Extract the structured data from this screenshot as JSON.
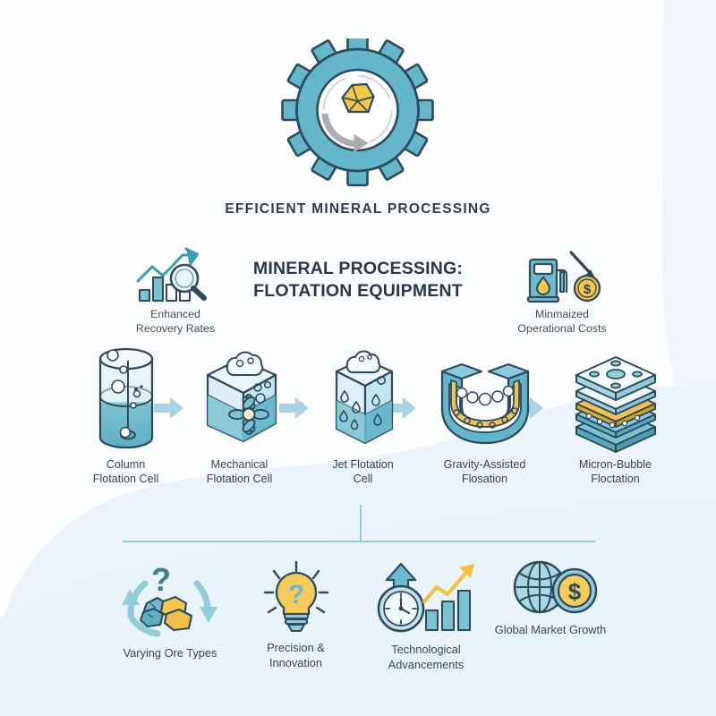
{
  "page": {
    "background_color": "#fdfeff",
    "accent_teal": "#5cb3c6",
    "accent_teal_dark": "#2d4a5e",
    "accent_gold": "#f5c84b",
    "accent_pale_blue": "#eaf4fa",
    "arrow_color": "#a9d3e1",
    "connector_color": "#95ccdc"
  },
  "hero": {
    "icon_name": "gear-with-ore-crystal-and-recycle-arrows-icon",
    "subtitle": "EFFICIENT MINERAL PROCESSING"
  },
  "title": {
    "line1": "MINERAL PROCESSING:",
    "line2": "FLOTATION EQUIPMENT"
  },
  "benefits": [
    {
      "id": "enhanced-recovery-rates",
      "icon_name": "bar-chart-growth-magnifier-icon",
      "label_line1": "Enhanced",
      "label_line2": "Recovery Rates"
    },
    {
      "id": "minimized-operational-costs",
      "icon_name": "fuel-pump-dollar-coin-down-arrow-icon",
      "label_line1": "Minmaized",
      "label_line2": "Operational Costs"
    }
  ],
  "equipment": [
    {
      "id": "column-flotation-cell",
      "icon_name": "cylindrical-column-cell-icon",
      "label_line1": "Column",
      "label_line2": "Flotation Cell"
    },
    {
      "id": "mechanical-flotation-cell",
      "icon_name": "cube-cell-with-impeller-icon",
      "label_line1": "Mechanical",
      "label_line2": "Flotation Cell"
    },
    {
      "id": "jet-flotation-cell",
      "icon_name": "tall-cube-cell-with-droplets-icon",
      "label_line1": "Jet Flotation",
      "label_line2": "Cell"
    },
    {
      "id": "gravity-assisted-flotation",
      "icon_name": "u-shaped-trough-cell-icon",
      "label_line1": "Gravity-Assisted",
      "label_line2": "Flosation"
    },
    {
      "id": "micron-bubble-flotation",
      "icon_name": "stacked-plates-cell-icon",
      "label_line1": "Micron-Bubble",
      "label_line2": "Floctation"
    }
  ],
  "flow_arrows": [
    {
      "id": "arrow-1",
      "icon_name": "right-arrow-icon"
    },
    {
      "id": "arrow-2",
      "icon_name": "right-arrow-icon"
    },
    {
      "id": "arrow-3",
      "icon_name": "right-arrow-icon"
    },
    {
      "id": "arrow-4",
      "icon_name": "right-arrow-icon"
    }
  ],
  "features": [
    {
      "id": "varying-ore-types",
      "icon_name": "ore-rocks-question-mark-cycle-icon",
      "label_line1": "Varying Ore Types",
      "label_line2": ""
    },
    {
      "id": "precision-innovation",
      "icon_name": "lightbulb-question-mark-icon",
      "label_line1": "Precision &",
      "label_line2": "Innovation"
    },
    {
      "id": "technological-advancements",
      "icon_name": "clock-bar-chart-growth-arrow-icon",
      "label_line1": "Technological",
      "label_line2": "Advancements"
    },
    {
      "id": "global-market-growth",
      "icon_name": "globe-dollar-coin-icon",
      "label_line1": "Global Market Growth",
      "label_line2": ""
    }
  ]
}
